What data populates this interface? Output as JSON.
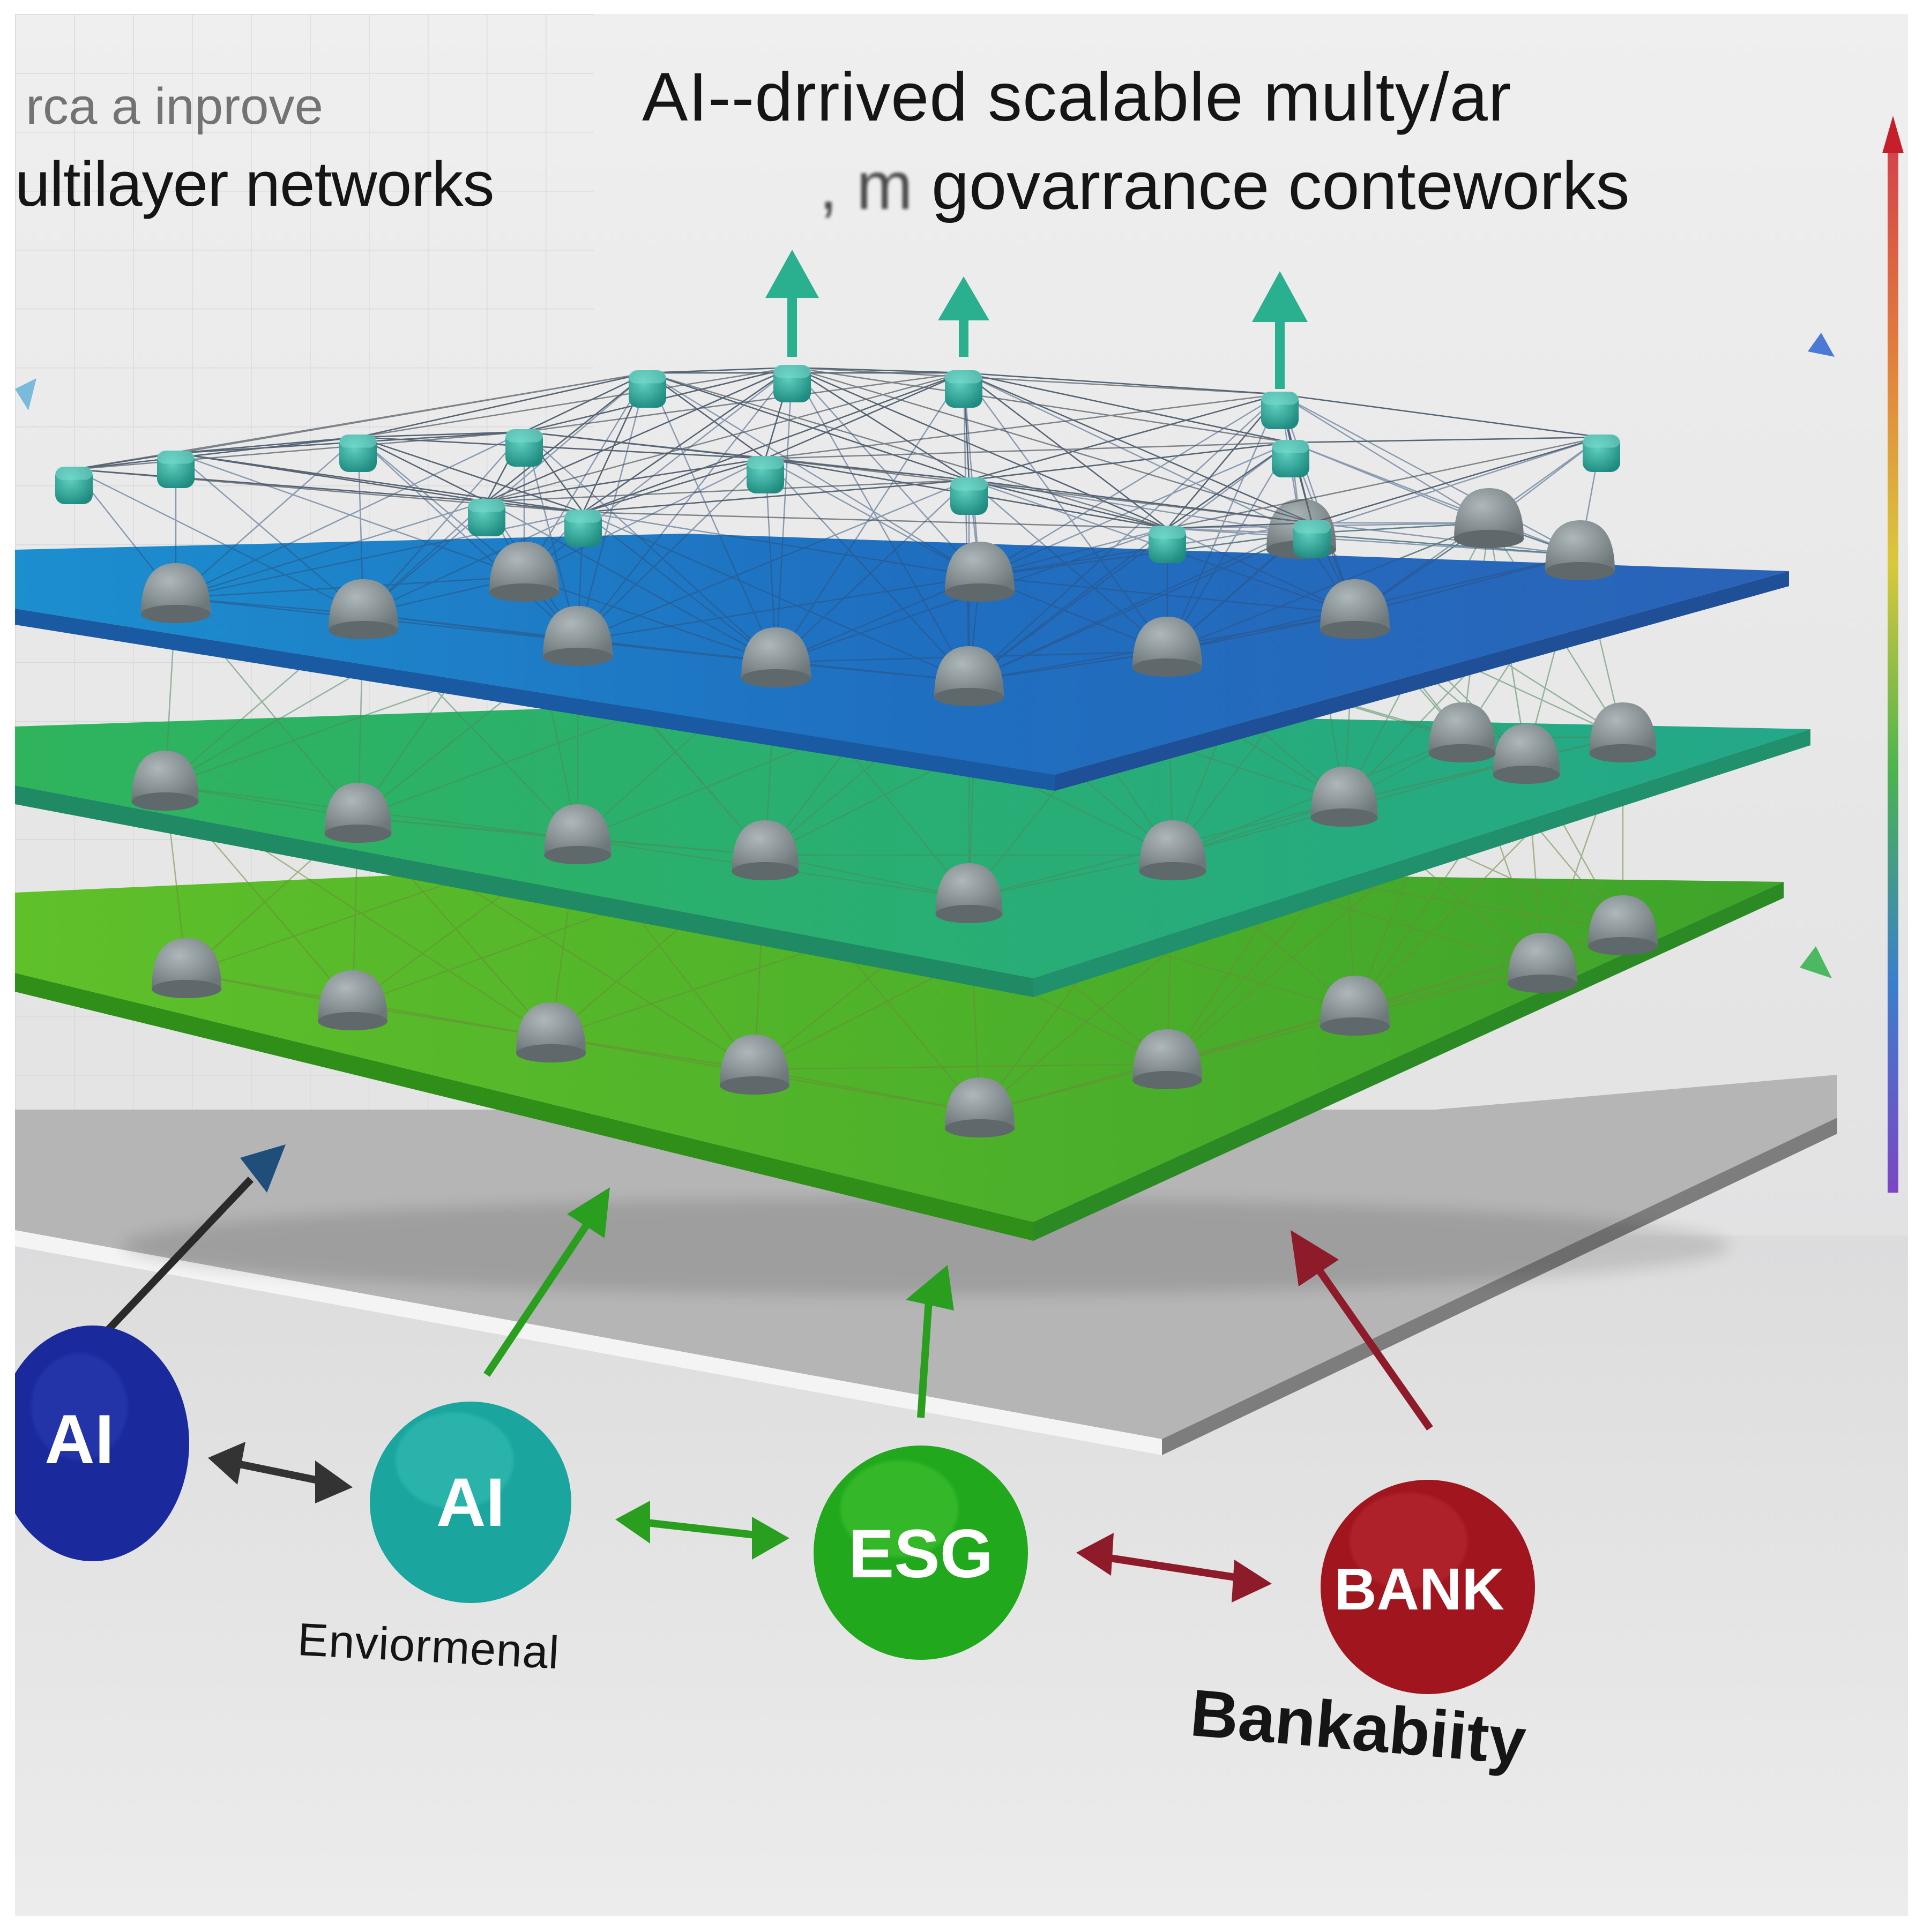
{
  "heading": {
    "left_line1": "rca a inprove",
    "left_line2": "ultilayer networks",
    "right_line1": "AI--drrived scalable multy/ar",
    "right_line2_faded": ", m",
    "right_line2": "govarrance conteworks"
  },
  "circles": [
    {
      "label": "AI",
      "color": "#1a2a9c"
    },
    {
      "label": "AI",
      "color": "#1aa69e"
    },
    {
      "label": "ESG",
      "color": "#22a81c"
    },
    {
      "label": "BANK",
      "color": "#a0151e"
    }
  ],
  "captions": {
    "environmental": "Enviormenal",
    "bankability": "Bankabiity"
  },
  "colors": {
    "layer_top": "#1f73c4",
    "layer_middle": "#23b25a",
    "layer_bottom": "#5cb826",
    "base_plane": "#a3a3a3",
    "node": "#8a9597",
    "top_node": "#2fa896",
    "arrow_up": "#2ab08f",
    "arrow_dark": "#333333",
    "arrow_green": "#2a9f1f",
    "arrow_red": "#8d1b2a"
  }
}
